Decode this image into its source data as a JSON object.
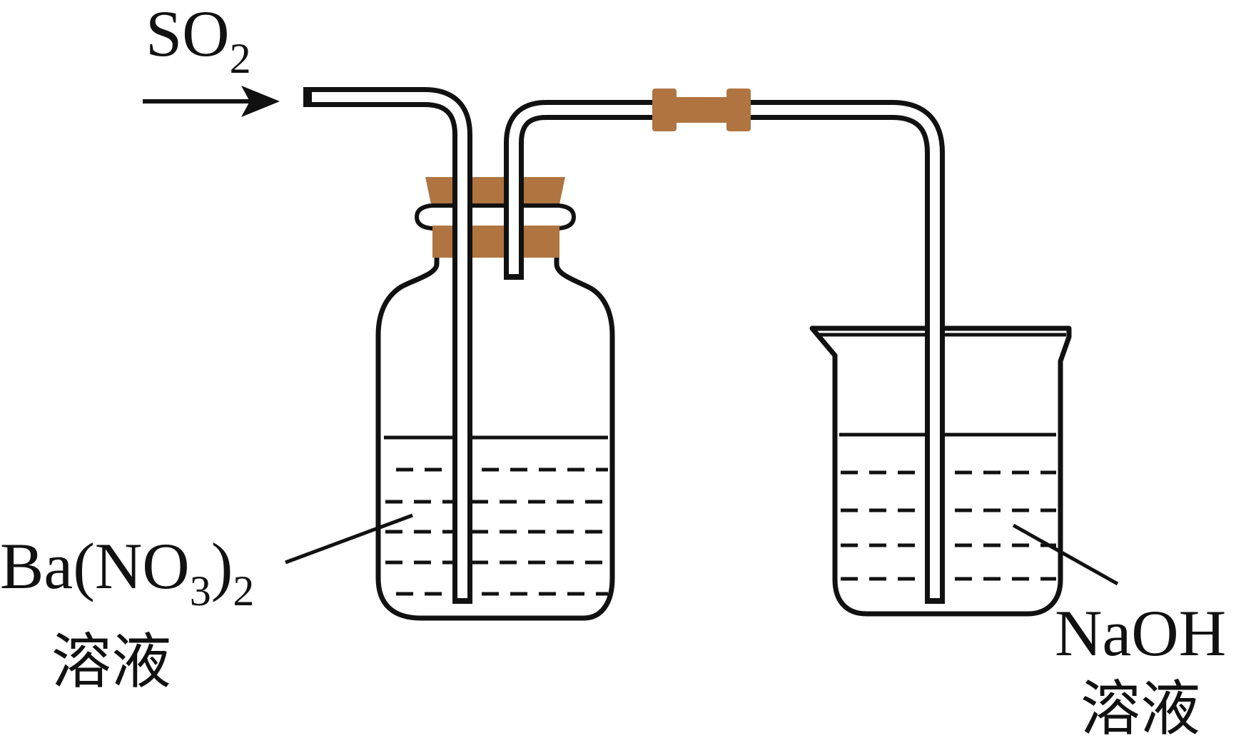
{
  "gas_label": {
    "main": "SO",
    "sub": "2"
  },
  "left_label": {
    "p1": "Ba(NO",
    "p2": "3",
    "p3": ")",
    "p4": "2",
    "line2": "溶液"
  },
  "right_label": {
    "line1": "NaOH",
    "line2": "溶液"
  },
  "colors": {
    "stopper": "#b07440",
    "line": "#111111",
    "background": "#ffffff"
  }
}
